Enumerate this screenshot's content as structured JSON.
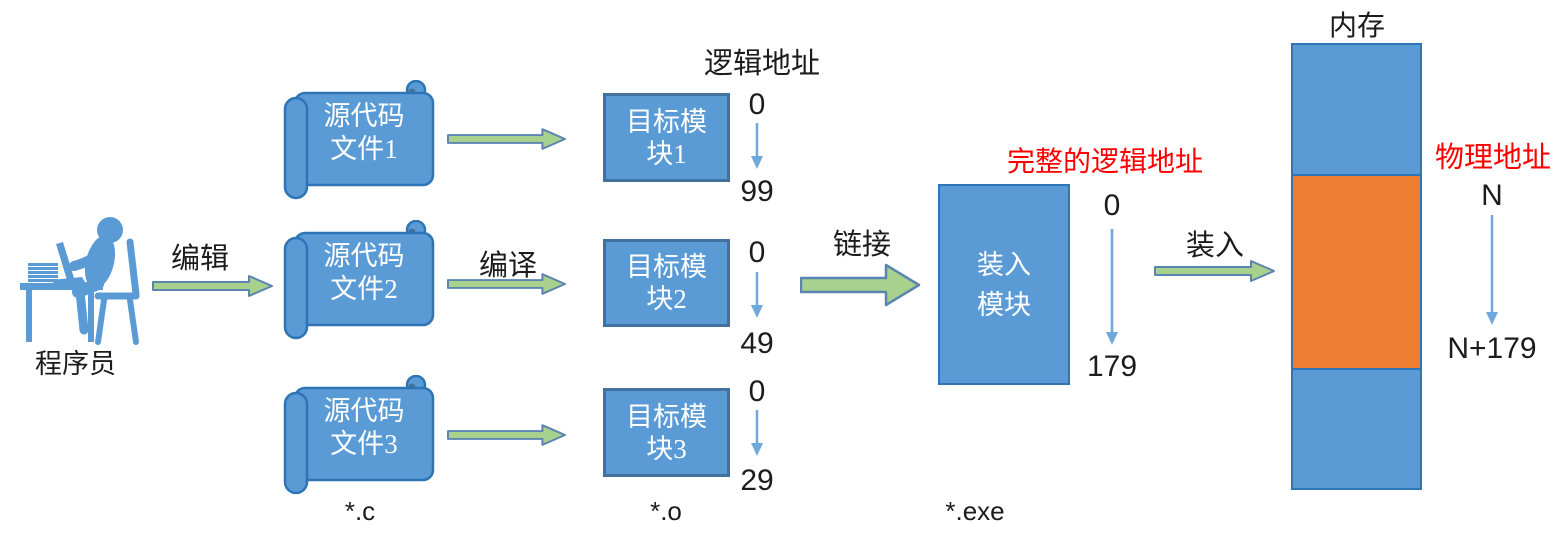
{
  "colors": {
    "shape_blue": "#5b9bd5",
    "shape_border": "#2e75b6",
    "module_border": "#41719c",
    "arrow_green": "#a9d18e",
    "arrow_green_border": "#5b84b1",
    "memory_orange": "#ed7d31",
    "thin_arrow_blue": "#6fa8dc",
    "highlight_red": "#ff0000"
  },
  "programmer": {
    "label": "程序员"
  },
  "arrows": {
    "edit": "编辑",
    "compile": "编译",
    "link": "链接",
    "load": "装入"
  },
  "sources": {
    "ext_label": "*.c",
    "items": [
      {
        "line1": "源代码",
        "line2": "文件1"
      },
      {
        "line1": "源代码",
        "line2": "文件2"
      },
      {
        "line1": "源代码",
        "line2": "文件3"
      }
    ]
  },
  "modules": {
    "ext_label": "*.o",
    "address_title": "逻辑地址",
    "items": [
      {
        "line1": "目标模",
        "line2": "块1",
        "start": "0",
        "end": "99"
      },
      {
        "line1": "目标模",
        "line2": "块2",
        "start": "0",
        "end": "49"
      },
      {
        "line1": "目标模",
        "line2": "块3",
        "start": "0",
        "end": "29"
      }
    ]
  },
  "load_module": {
    "line1": "装入",
    "line2": "模块",
    "ext_label": "*.exe",
    "address_title": "完整的逻辑地址",
    "start": "0",
    "end": "179"
  },
  "memory": {
    "title": "内存",
    "address_title": "物理地址",
    "start": "N",
    "end": "N+179"
  }
}
